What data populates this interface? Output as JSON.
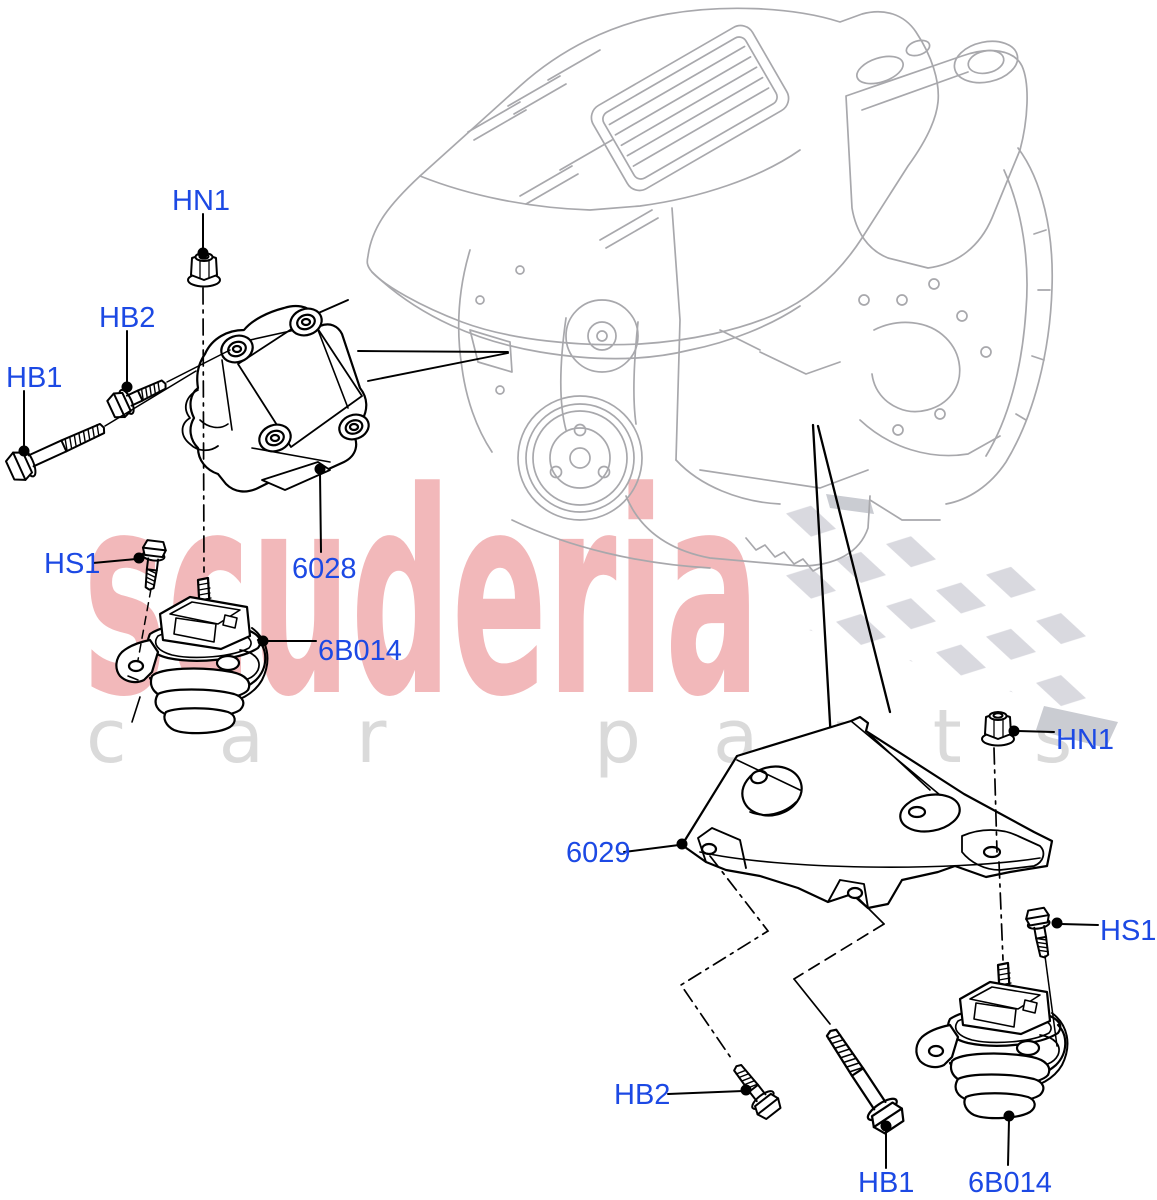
{
  "watermark": {
    "brand": "scuderia",
    "tagline_first": "car",
    "tagline_second": "parts"
  },
  "colors": {
    "callout_blue": "#1c49e4",
    "watermark_pink": "#f2b8ba",
    "watermark_text_gray": "#dadada",
    "engine_line_gray": "#a8a8ac",
    "flag_check_gray": "#d9d9df",
    "drawing_black": "#000000"
  },
  "callouts": {
    "upper_group": {
      "nut": "HN1",
      "short_bolt": "HB2",
      "long_bolt": "HB1",
      "small_bolt": "HS1",
      "bracket": "6028",
      "mount": "6B014"
    },
    "lower_group": {
      "bracket": "6029",
      "nut": "HN1",
      "small_bolt": "HS1",
      "short_bolt": "HB2",
      "long_bolt": "HB1",
      "mount": "6B014"
    }
  }
}
